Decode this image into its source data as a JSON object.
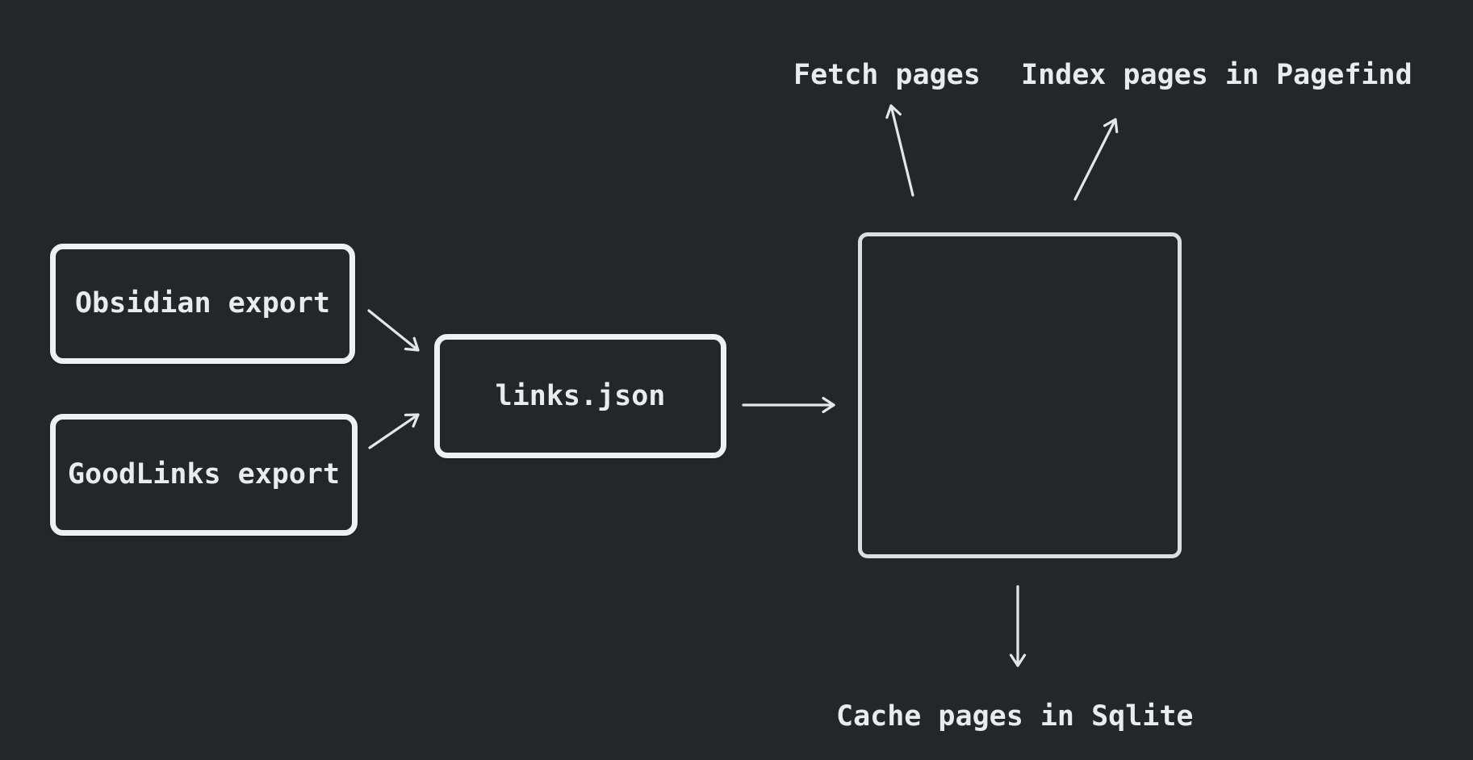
{
  "diagram": {
    "background_color": "#24272a",
    "box_stroke_color": "#eef0f2",
    "arrow_color": "#e4e6e9",
    "text_color": "#e9ebee",
    "nodes": {
      "obsidian": {
        "label": "Obsidian export"
      },
      "goodlinks": {
        "label": "GoodLinks export"
      },
      "links_json": {
        "label": "links.json"
      },
      "processor": {
        "label": ""
      }
    },
    "annotations": {
      "fetch": {
        "text": "Fetch pages"
      },
      "index": {
        "text": "Index pages in Pagefind"
      },
      "cache": {
        "text": "Cache pages in Sqlite"
      }
    },
    "edges": [
      {
        "from": "obsidian",
        "to": "links_json"
      },
      {
        "from": "goodlinks",
        "to": "links_json"
      },
      {
        "from": "links_json",
        "to": "processor"
      },
      {
        "from": "processor",
        "to": "fetch"
      },
      {
        "from": "processor",
        "to": "index"
      },
      {
        "from": "processor",
        "to": "cache"
      }
    ]
  }
}
